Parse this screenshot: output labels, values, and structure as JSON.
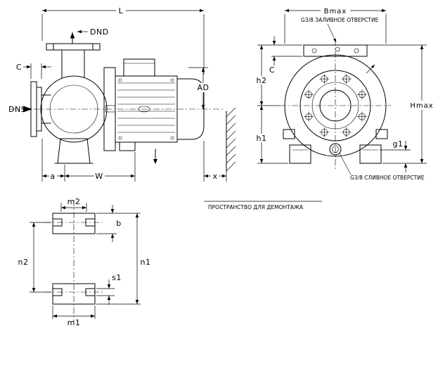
{
  "drawing": {
    "side": {
      "L": "L",
      "DND": "DND",
      "C": "C",
      "DNS": "DNS",
      "AD": "AD",
      "a": "a",
      "W": "W",
      "x": "x",
      "note_dismantle": "ПРОСТРАНСТВО ДЛЯ ДЕМОНТАЖА"
    },
    "front": {
      "Bmax": "Bmax",
      "fill_note": "G3/8 ЗАЛИВНОЕ ОТВЕРСТИЕ",
      "C": "C",
      "h2": "h2",
      "h1": "h1",
      "Hmax": "Hmax",
      "g1": "g1",
      "drain_note": "G3/8 СЛИВНОЕ ОТВЕРСТИЕ"
    },
    "base": {
      "m2": "m2",
      "b": "b",
      "n2": "n2",
      "n1": "n1",
      "s1": "s1",
      "m1": "m1"
    },
    "colors": {
      "ink": "#000000",
      "paper": "#ffffff"
    }
  }
}
